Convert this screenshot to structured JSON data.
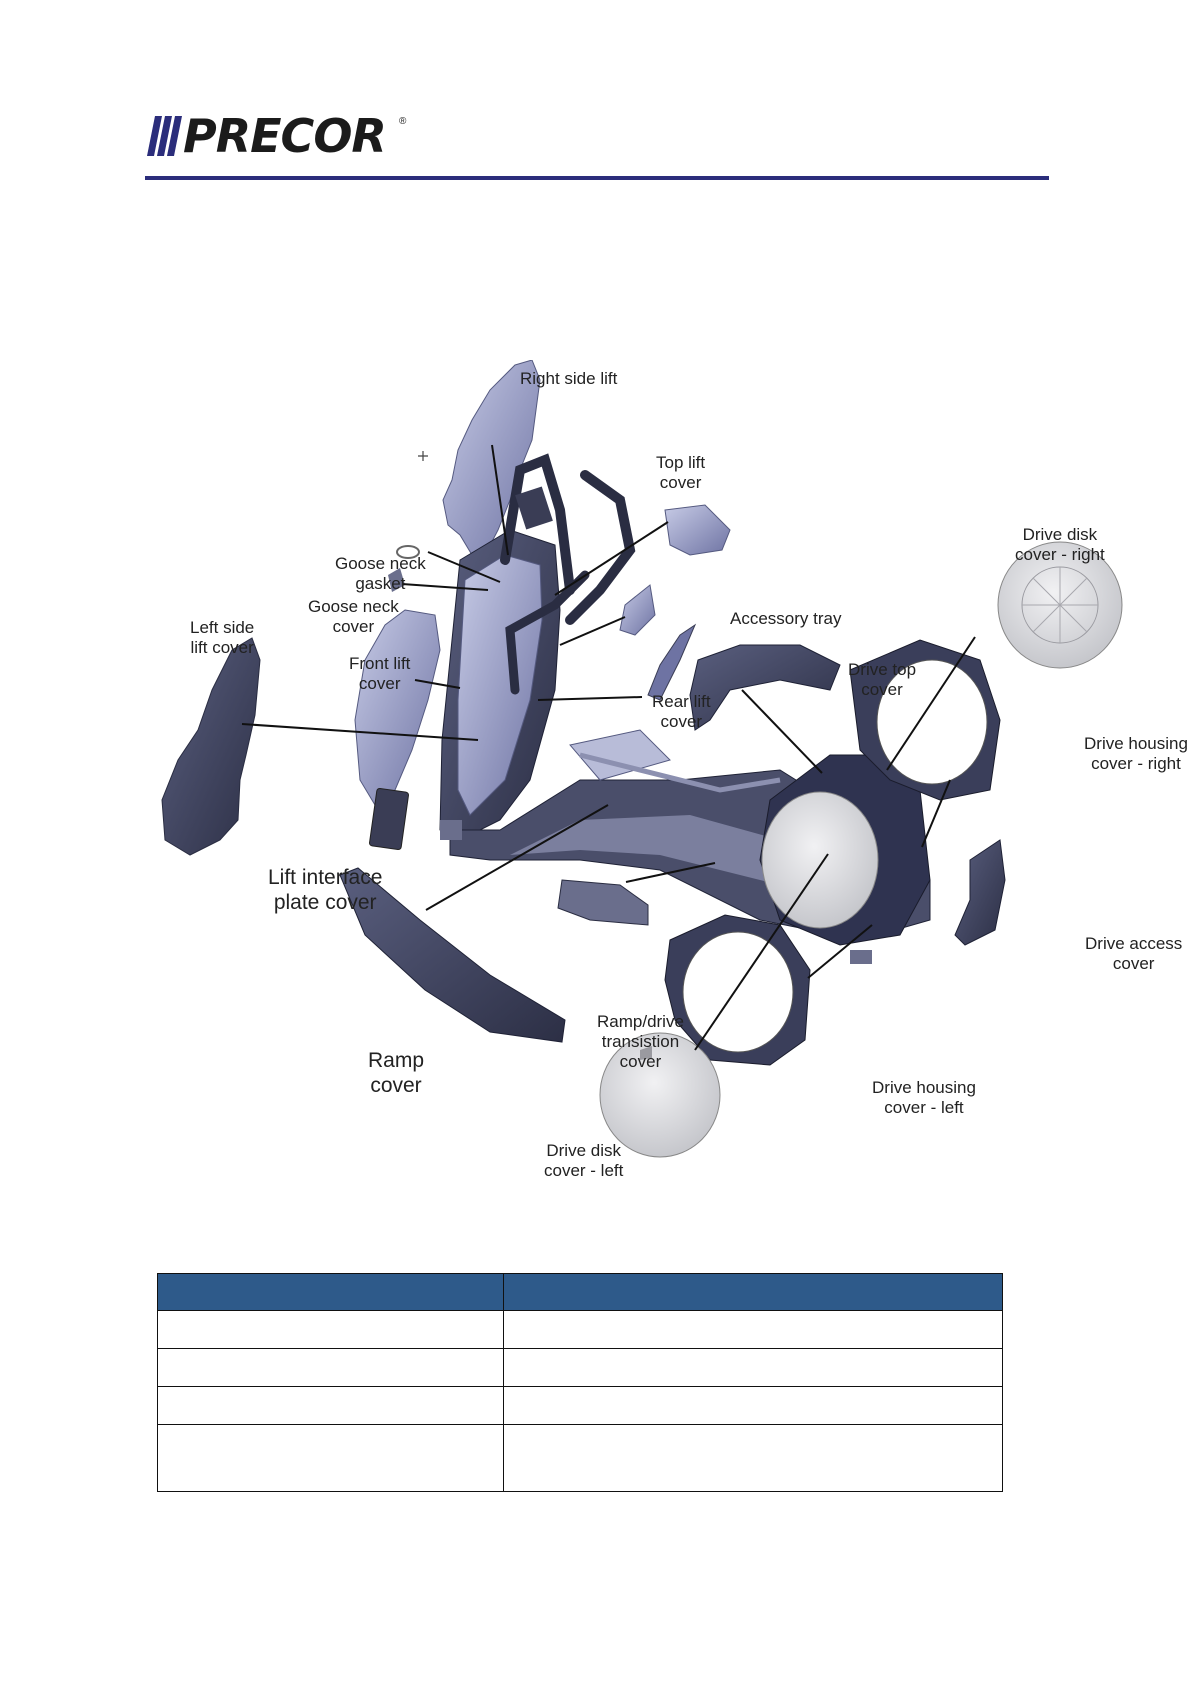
{
  "header": {
    "logo_text": "PRECOR",
    "logo_mark": "®"
  },
  "figure": {
    "labels": {
      "right_side_lift": "Right side lift",
      "top_lift_cover": "Top lift\ncover",
      "goose_neck_gasket": "Goose neck\ngasket",
      "goose_neck_cover": "Goose neck\ncover",
      "left_side_lift_cover": "Left side\nlift cover",
      "front_lift_cover": "Front lift\ncover",
      "accessory_tray": "Accessory tray",
      "drive_disk_cover_right": "Drive disk\ncover - right",
      "drive_top_cover": "Drive top\ncover",
      "rear_lift_cover": "Rear lift\ncover",
      "drive_housing_cover_right": "Drive housing\ncover - right",
      "lift_interface_plate_cover": "Lift interface\nplate cover",
      "drive_access_cover": "Drive access\ncover",
      "ramp_cover": "Ramp\ncover",
      "ramp_drive_transition_cover": "Ramp/drive\ntransistion\ncover",
      "drive_housing_cover_left": "Drive housing\ncover - left",
      "drive_disk_cover_left": "Drive disk\ncover - left"
    }
  },
  "table": {
    "header_color": "#2e5a8a",
    "columns": [
      "",
      ""
    ],
    "rows": [
      [
        "",
        ""
      ],
      [
        "",
        ""
      ],
      [
        "",
        ""
      ],
      [
        "",
        ""
      ]
    ]
  }
}
